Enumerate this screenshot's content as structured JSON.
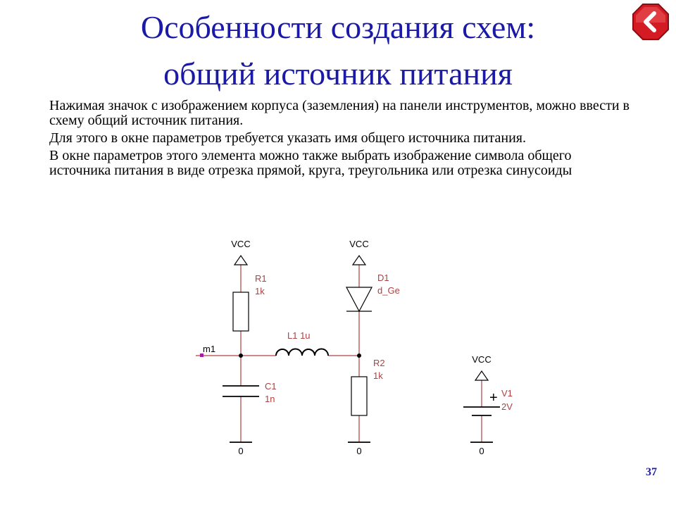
{
  "slide": {
    "title_line1": "Особенности создания схем:",
    "title_line2": "общий источник питания",
    "paragraphs": [
      "Нажимая значок с изображением корпуса (заземления) на панели инструментов, можно ввести в схему общий источник питания.",
      "Для этого в окне параметров требуется указать имя общего источника питания.",
      "В окне параметров этого элемента можно также выбрать изображение символа общего источника питания в виде отрезка прямой, круга, треугольника или отрезка синусоиды"
    ],
    "page_number": "37"
  },
  "navigation": {
    "back_icon": "chevron-left-icon",
    "back_color": "#e0202a"
  },
  "schematic": {
    "labels": {
      "vcc1": "VCC",
      "vcc2": "VCC",
      "vcc3": "VCC",
      "r1_name": "R1",
      "r1_value": "1k",
      "d1_name": "D1",
      "d1_value": "d_Ge",
      "l1": "L1 1u",
      "m1": "m1",
      "c1_name": "C1",
      "c1_value": "1n",
      "r2_name": "R2",
      "r2_value": "1k",
      "v1_name": "V1",
      "v1_value": "2V",
      "v1_plus": "+",
      "gnd1": "0",
      "gnd2": "0",
      "gnd3": "0"
    },
    "colors": {
      "wire": "#b04040",
      "component": "#000000",
      "label": "#b04040",
      "title": "#1a1aa6"
    }
  }
}
